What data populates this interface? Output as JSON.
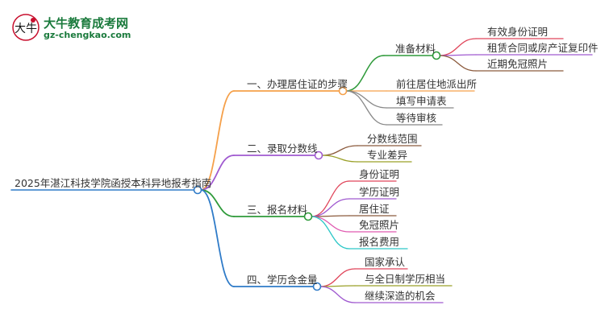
{
  "logo": {
    "title": "大牛教育成考网",
    "url": "gz-chengkao.com",
    "mark_char": "大牛"
  },
  "colors": {
    "orange": "#f5a04a",
    "purple": "#a05ad0",
    "green": "#2e9a3a",
    "blue": "#2f7bc8",
    "red": "#e0455a",
    "brown": "#8b5a3c",
    "olive": "#9aa028",
    "pink": "#e05ab0",
    "cyan": "#2ec8c8",
    "gray": "#888888",
    "dark": "#333333"
  },
  "root": {
    "label": "2025年湛江科技学院函授本科异地报考指南"
  },
  "branches": [
    {
      "label": "一、办理居住证的步骤",
      "color": "orange",
      "children": [
        {
          "label": "准备材料",
          "color": "green",
          "children": [
            {
              "label": "有效身份证明",
              "color": "red"
            },
            {
              "label": "租赁合同或房产证复印件",
              "color": "purple"
            },
            {
              "label": "近期免冠照片",
              "color": "brown"
            }
          ]
        },
        {
          "label": "前往居住地派出所",
          "color": "orange"
        },
        {
          "label": "填写申请表",
          "color": "gray"
        },
        {
          "label": "等待审核",
          "color": "gray"
        }
      ]
    },
    {
      "label": "二、录取分数线",
      "color": "purple",
      "children": [
        {
          "label": "分数线范围",
          "color": "brown"
        },
        {
          "label": "专业差异",
          "color": "olive"
        }
      ]
    },
    {
      "label": "三、报名材料",
      "color": "green",
      "children": [
        {
          "label": "身份证明",
          "color": "red"
        },
        {
          "label": "学历证明",
          "color": "purple"
        },
        {
          "label": "居住证",
          "color": "brown"
        },
        {
          "label": "免冠照片",
          "color": "pink"
        },
        {
          "label": "报名费用",
          "color": "cyan"
        }
      ]
    },
    {
      "label": "四、学历含金量",
      "color": "blue",
      "children": [
        {
          "label": "国家承认",
          "color": "red"
        },
        {
          "label": "与全日制学历相当",
          "color": "olive"
        },
        {
          "label": "继续深造的机会",
          "color": "purple"
        }
      ]
    }
  ]
}
